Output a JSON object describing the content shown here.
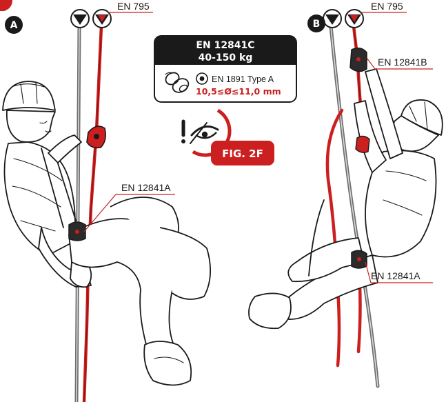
{
  "panel_a": {
    "badge": "A",
    "anchor_label": "EN 795",
    "device_label": "EN 12841A"
  },
  "panel_b": {
    "badge": "B",
    "anchor_label": "EN 795",
    "upper_device_label": "EN 12841B",
    "lower_device_label": "EN 12841A"
  },
  "spec_box": {
    "standard": "EN 12841C",
    "load_range": "40-150 kg",
    "rope_standard": "EN 1891 Type A",
    "diameter": "10,5≤Ø≤11,0 mm"
  },
  "figure": {
    "label": "FIG. 2F",
    "icon": "eye-warning-icon"
  },
  "colors": {
    "accent_red": "#cc1f1f",
    "dark": "#1a1a1a",
    "rope_grey": "#6e6e6e"
  }
}
